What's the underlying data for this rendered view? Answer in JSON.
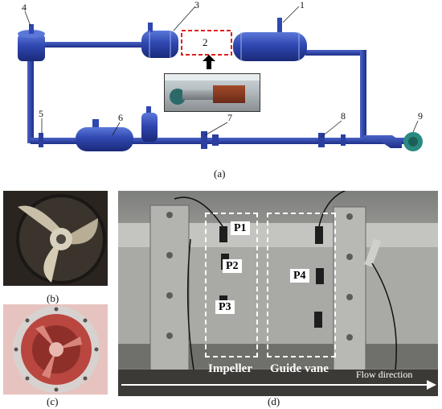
{
  "figure": {
    "schematic": {
      "component_numbers": [
        "1",
        "2",
        "3",
        "4",
        "5",
        "6",
        "7",
        "8",
        "9"
      ],
      "caption": "(a)"
    },
    "panels": {
      "b": {
        "caption": "(b)"
      },
      "c": {
        "caption": "(c)"
      },
      "d": {
        "caption": "(d)",
        "tags": {
          "p1": "P1",
          "p2": "P2",
          "p3": "P3",
          "p4": "P4"
        },
        "impeller_label": "Impeller",
        "guide_vane_label": "Guide vane",
        "flow_label": "Flow direction"
      }
    },
    "colors": {
      "pipe_blue": "#2a3fa0",
      "pipe_highlight": "#4a63c8",
      "test_section_dash": "#e02020"
    }
  }
}
